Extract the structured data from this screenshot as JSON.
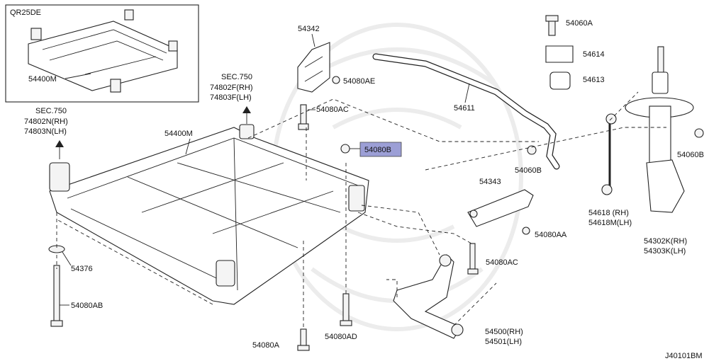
{
  "diagram_code": "J40101BM",
  "inset": {
    "engine": "QR25DE",
    "label": "54400M"
  },
  "sec_refs": [
    {
      "title": "SEC.750",
      "line1": "74802F(RH)",
      "line2": "74803F(LH)"
    },
    {
      "title": "SEC.750",
      "line1": "74802N(RH)",
      "line2": "74803N(LH)"
    }
  ],
  "callouts": {
    "crossmember": "54400M",
    "bracket_top": "54342",
    "bolt_ae": "54080AE",
    "bolt_ac_upper": "54080AC",
    "highlight": "54080B",
    "washer": "54376",
    "bolt_ab": "54080AB",
    "bolt_a": "54080A",
    "bolt_ad": "54080AD",
    "bracket_mid": "54343",
    "bolt_aa": "54080AA",
    "bolt_ac_lower": "54080AC",
    "link_arm_rh": "54500(RH)",
    "link_arm_lh": "54501(LH)",
    "stabilizer": "54611",
    "bolt_60a": "54060A",
    "clamp": "54614",
    "bushing": "54613",
    "nut_60b_left": "54060B",
    "nut_60b_right": "54060B",
    "stab_link_rh": "54618 (RH)",
    "stab_link_lh": "54618M(LH)",
    "strut_rh": "54302K(RH)",
    "strut_lh": "54303K(LH)"
  },
  "colors": {
    "highlight_fill": "#9c9fd6",
    "ink": "#222222",
    "watermark": "#ececec"
  }
}
